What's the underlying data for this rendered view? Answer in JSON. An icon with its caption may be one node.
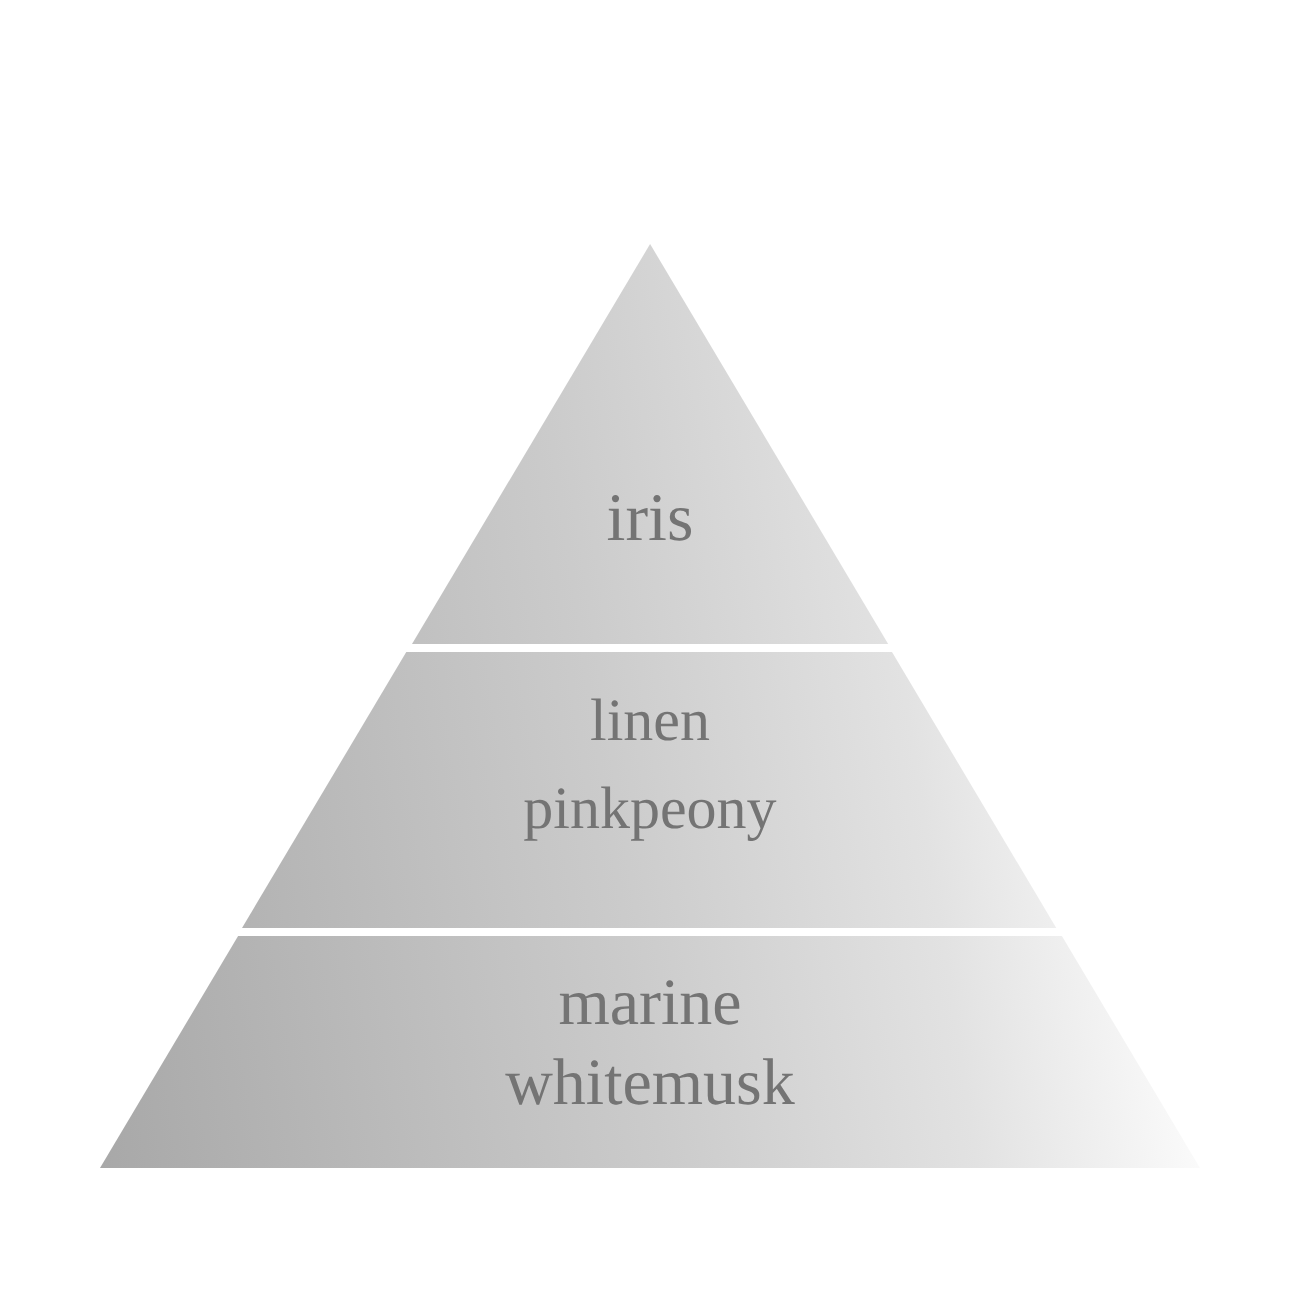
{
  "diagram": {
    "nodes": [
      {
        "text": [
          "iris"
        ]
      },
      {
        "text": [
          "linen",
          "pinkpeony"
        ]
      },
      {
        "text": [
          "marine",
          "whitemusk"
        ]
      }
    ]
  }
}
